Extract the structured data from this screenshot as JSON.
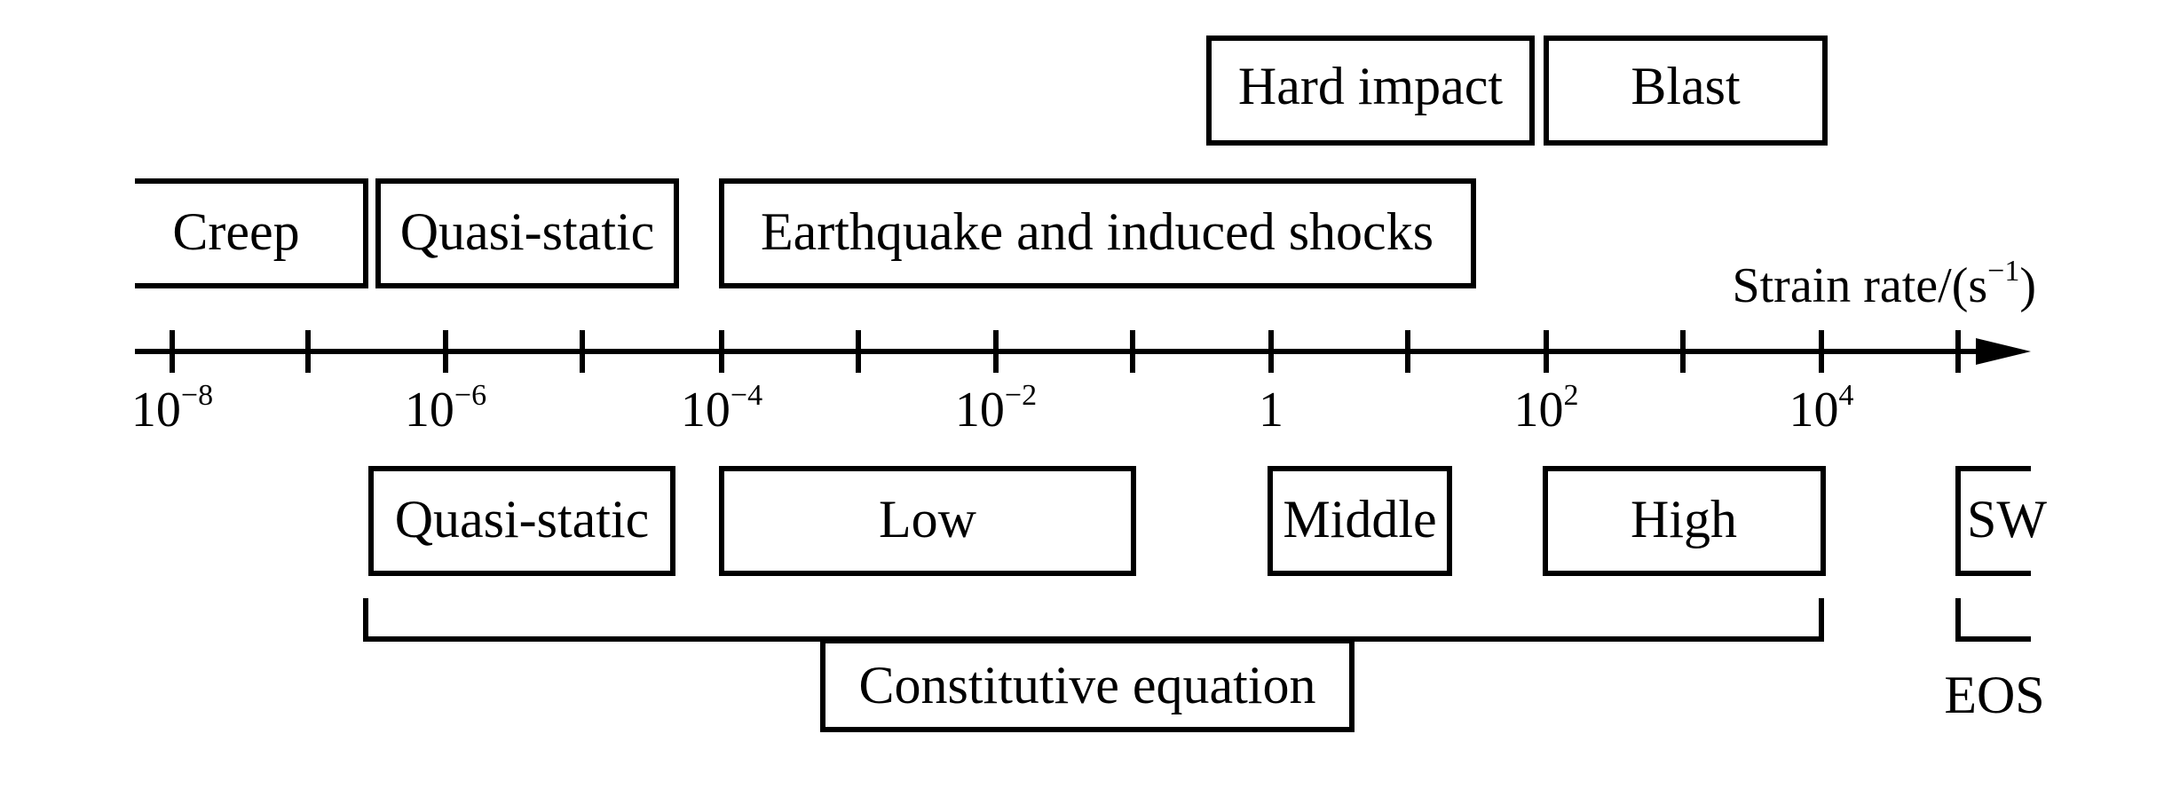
{
  "axis": {
    "label_main": "Strain rate/(s",
    "label_exp": "−1",
    "label_close": ")",
    "ticks": [
      {
        "base": "10",
        "exp": "−8"
      },
      {
        "base": "10",
        "exp": "−6"
      },
      {
        "base": "10",
        "exp": "−4"
      },
      {
        "base": "10",
        "exp": "−2"
      },
      {
        "base": "1",
        "exp": ""
      },
      {
        "base": "10",
        "exp": "2"
      },
      {
        "base": "10",
        "exp": "4"
      }
    ]
  },
  "top_row": {
    "hard_impact": "Hard impact",
    "blast": "Blast"
  },
  "middle_row": {
    "creep": "Creep",
    "quasi_static": "Quasi-static",
    "earthquake": "Earthquake and induced shocks"
  },
  "bottom_row": {
    "quasi_static": "Quasi-static",
    "low": "Low",
    "middle": "Middle",
    "high": "High",
    "sw": "SW"
  },
  "groups": {
    "constitutive": "Constitutive equation",
    "eos": "EOS"
  }
}
